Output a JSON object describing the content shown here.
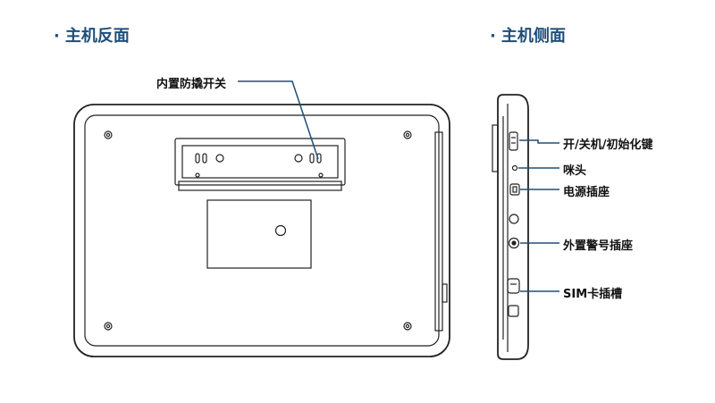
{
  "back_view": {
    "bullet": "·",
    "title": "主机反面"
  },
  "side_view": {
    "bullet": "·",
    "title": "主机侧面"
  },
  "callouts": {
    "tamper_switch": "内置防撬开关",
    "power_button": "开/关机/初始化键",
    "microphone": "咪头",
    "power_socket": "电源插座",
    "alarm_socket": "外置警号插座",
    "sim_slot": "SIM卡插槽"
  },
  "colors": {
    "title": "#1f4e79",
    "leader_line": "#1f4e79",
    "drawing": "#222222"
  }
}
